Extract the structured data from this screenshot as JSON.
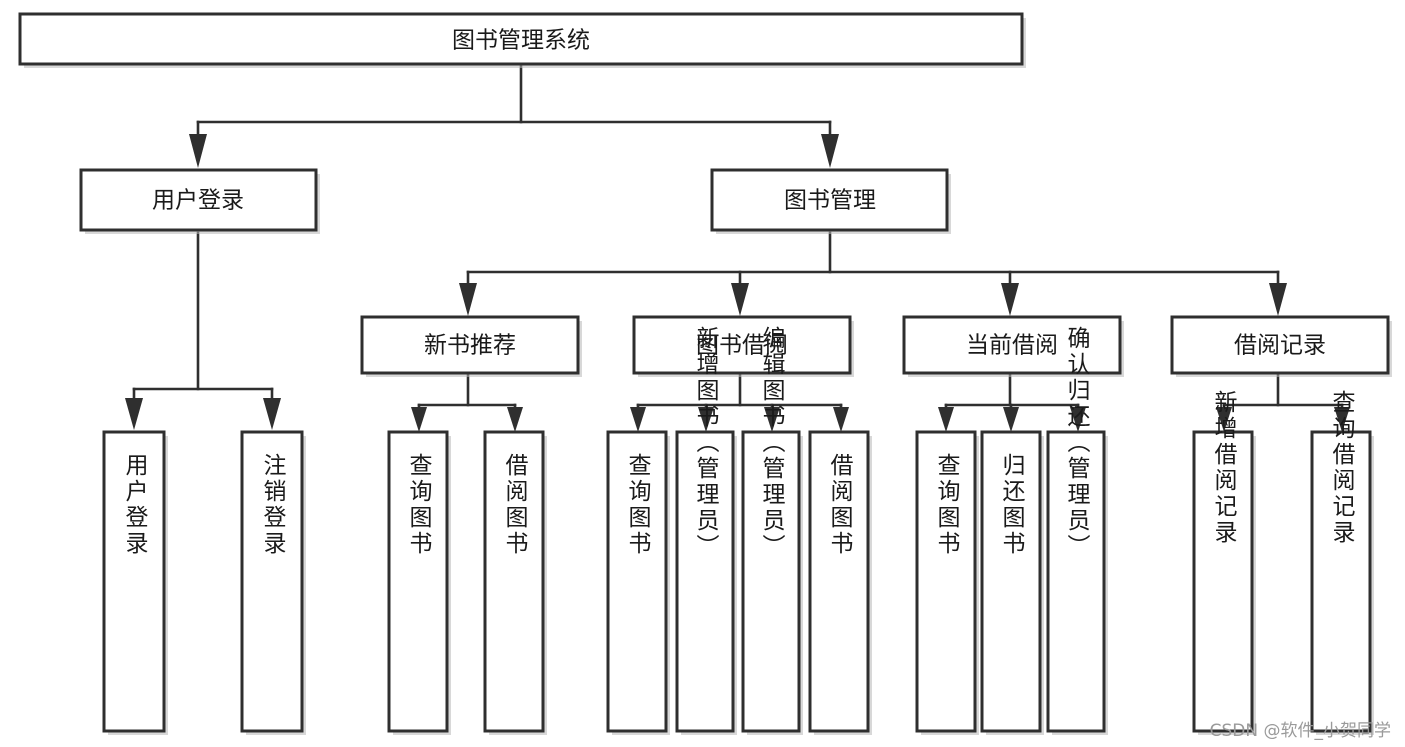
{
  "diagram": {
    "title": "图书管理系统",
    "type": "tree-hierarchy-diagram",
    "watermark": "CSDN @软件_小贺同学",
    "colors": {
      "box_stroke": "#2f2f2f",
      "box_fill": "#ffffff",
      "edge": "#2f2f2f",
      "text": "#1a1a1a",
      "watermark": "#9a9a9a",
      "background": "#ffffff"
    },
    "nodes": {
      "root": {
        "label": "图书管理系统",
        "orientation": "horizontal"
      },
      "level2": [
        {
          "id": "user-login",
          "label": "用户登录",
          "orientation": "horizontal"
        },
        {
          "id": "book-management",
          "label": "图书管理",
          "orientation": "horizontal"
        }
      ],
      "level3": [
        {
          "id": "new-book-recommend",
          "label": "新书推荐",
          "orientation": "horizontal"
        },
        {
          "id": "book-borrow",
          "label": "图书借阅",
          "orientation": "horizontal"
        },
        {
          "id": "current-borrow",
          "label": "当前借阅",
          "orientation": "horizontal"
        },
        {
          "id": "borrow-record",
          "label": "借阅记录",
          "orientation": "horizontal"
        }
      ],
      "leaves": [
        {
          "id": "leaf-user-login",
          "parent": "user-login",
          "label": "用户登录",
          "orientation": "vertical"
        },
        {
          "id": "leaf-user-logout",
          "parent": "user-login",
          "label": "注销登录",
          "orientation": "vertical"
        },
        {
          "id": "leaf-query-book-1",
          "parent": "new-book-recommend",
          "label": "查询图书",
          "orientation": "vertical"
        },
        {
          "id": "leaf-borrow-book-1",
          "parent": "new-book-recommend",
          "label": "借阅图书",
          "orientation": "vertical"
        },
        {
          "id": "leaf-query-book-2",
          "parent": "book-borrow",
          "label": "查询图书",
          "orientation": "vertical"
        },
        {
          "id": "leaf-add-book",
          "parent": "book-borrow",
          "label": "新增图书（管理员）",
          "orientation": "vertical"
        },
        {
          "id": "leaf-edit-book",
          "parent": "book-borrow",
          "label": "编辑图书（管理员）",
          "orientation": "vertical"
        },
        {
          "id": "leaf-borrow-book-2",
          "parent": "book-borrow",
          "label": "借阅图书",
          "orientation": "vertical"
        },
        {
          "id": "leaf-query-book-3",
          "parent": "current-borrow",
          "label": "查询图书",
          "orientation": "vertical"
        },
        {
          "id": "leaf-return-book",
          "parent": "current-borrow",
          "label": "归还图书",
          "orientation": "vertical"
        },
        {
          "id": "leaf-confirm-return",
          "parent": "current-borrow",
          "label": "确认归还（管理员）",
          "orientation": "vertical"
        },
        {
          "id": "leaf-add-record",
          "parent": "borrow-record",
          "label": "新增借阅记录",
          "orientation": "vertical"
        },
        {
          "id": "leaf-query-record",
          "parent": "borrow-record",
          "label": "查询借阅记录",
          "orientation": "vertical"
        }
      ]
    }
  }
}
